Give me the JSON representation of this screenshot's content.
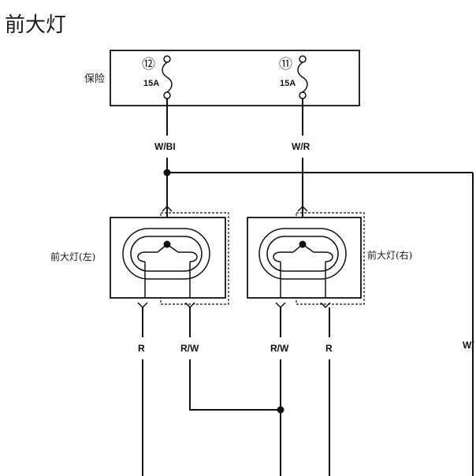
{
  "title": "前大灯",
  "fuse_box": {
    "label": "保险",
    "fuse_left": {
      "number": "⑫",
      "rating": "15A"
    },
    "fuse_right": {
      "number": "⑪",
      "rating": "15A"
    }
  },
  "headlights": {
    "left": {
      "label": "前大灯(左)"
    },
    "right": {
      "label": "前大灯(右)"
    }
  },
  "wires": {
    "left_feed": "W/BI",
    "right_feed": "W/R",
    "far_right": "W/",
    "left_r": "R",
    "left_rw": "R/W",
    "right_rw": "R/W",
    "right_r": "R"
  },
  "colors": {
    "line": "#111111",
    "background": "#ffffff"
  }
}
